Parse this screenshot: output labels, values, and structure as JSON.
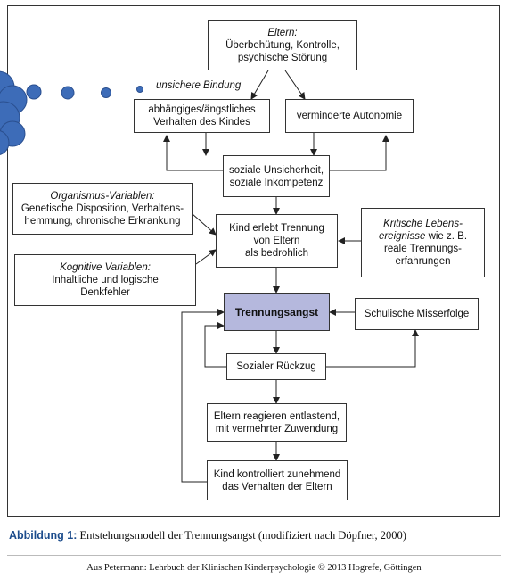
{
  "diagram": {
    "parents": {
      "title": "Eltern:",
      "text1": "Überbehütung, Kontrolle,",
      "text2": "psychische Störung"
    },
    "insecure_bond": "unsichere Bindung",
    "anxious_behavior": {
      "line1": "abhängiges/ängstliches",
      "line2": "Verhalten des Kindes"
    },
    "reduced_autonomy": "verminderte Autonomie",
    "social_insecurity": {
      "line1": "soziale Unsicherheit,",
      "line2": "soziale Inkompetenz"
    },
    "organism_vars": {
      "title": "Organismus-Variablen:",
      "line1": "Genetische Disposition, Verhaltens-",
      "line2": "hemmung, chronische Erkrankung"
    },
    "cognitive_vars": {
      "title": "Kognitive Variablen:",
      "line1": "Inhaltliche und logische",
      "line2": "Denkfehler"
    },
    "separation_threat": {
      "line1": "Kind erlebt Trennung",
      "line2": "von Eltern",
      "line3": "als bedrohlich"
    },
    "critical_events": {
      "title1": "Kritische Lebens-",
      "title2": "ereignisse",
      "rest": " wie z. B.",
      "line3": "reale Trennungs-",
      "line4": "erfahrungen"
    },
    "separation_anxiety": "Trennungsangst",
    "school_failure": "Schulische Misserfolge",
    "social_withdrawal": "Sozialer Rückzug",
    "parents_react": {
      "line1": "Eltern reagieren entlastend,",
      "line2": "mit vermehrter Zuwendung"
    },
    "child_controls": {
      "line1": "Kind kontrolliert zunehmend",
      "line2": "das Verhalten der Eltern"
    }
  },
  "caption": {
    "label": "Abbildung 1:",
    "text": "Entstehungsmodell der Trennungsangst (modifiziert nach Döpfner, 2000)"
  },
  "source": "Aus Petermann: Lehrbuch der Klinischen Kinderpsychologie © 2013 Hogrefe, Göttingen",
  "colors": {
    "main_box": "#b5b8dd",
    "cloud": "#3d6cb8",
    "caption_label": "#1c4c8c"
  }
}
